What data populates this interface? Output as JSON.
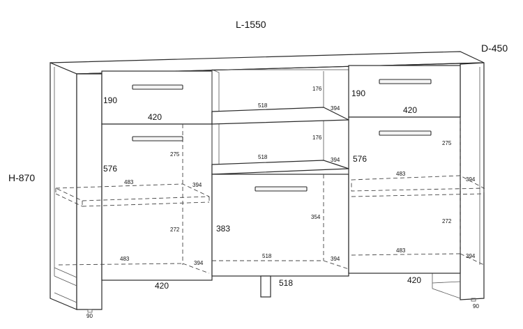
{
  "overall": {
    "length": "L-1550",
    "depth": "D-450",
    "height": "H-870"
  },
  "left": {
    "drawer_height": "190",
    "drawer_width": "420",
    "door_height": "576",
    "bottom_width": "420",
    "inner_height_top": "275",
    "inner_height_bottom": "272",
    "shelf_width_top": "483",
    "shelf_depth_top": "394",
    "shelf_width_bottom": "483",
    "shelf_depth_bottom": "394"
  },
  "center": {
    "top_niche_height": "176",
    "top_niche_width": "518",
    "top_niche_depth": "394",
    "mid_niche_height": "176",
    "mid_niche_width": "518",
    "mid_niche_depth": "394",
    "lower_height": "383",
    "lower_inner_height": "354",
    "lower_inner_width": "518",
    "lower_inner_depth": "394",
    "bottom_width": "518"
  },
  "right": {
    "drawer_height": "190",
    "drawer_width": "420",
    "door_height": "576",
    "bottom_width": "420",
    "inner_height_top": "275",
    "inner_height_bottom": "272",
    "shelf_width_top": "483",
    "shelf_depth_top": "394",
    "shelf_width_bottom": "483",
    "shelf_depth_bottom": "394"
  },
  "legs": {
    "left": "90",
    "right": "90"
  }
}
